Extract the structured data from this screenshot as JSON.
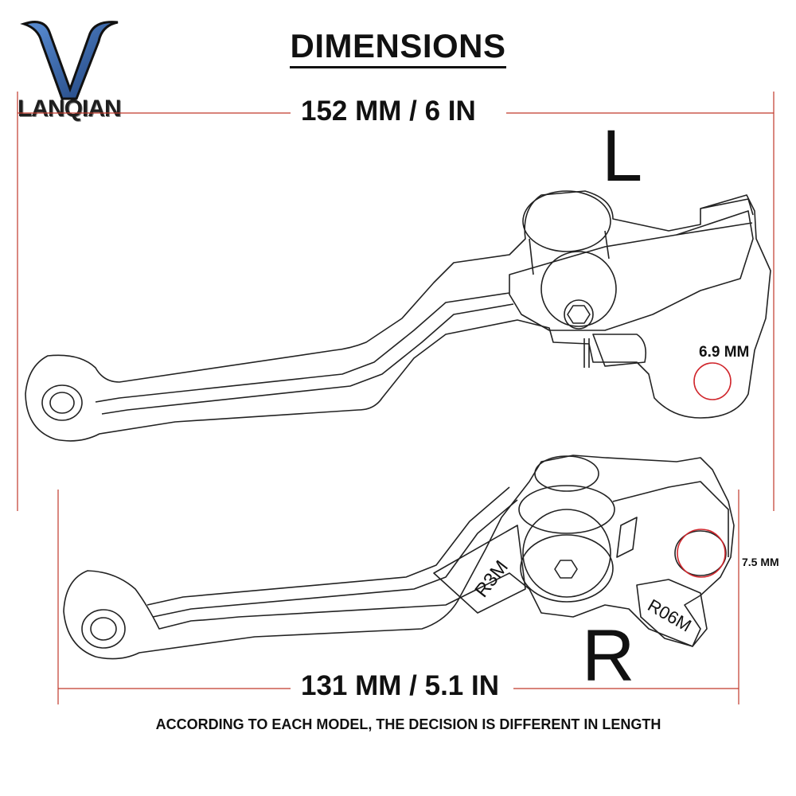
{
  "brand": {
    "name": "LANQIAN"
  },
  "title": "DIMENSIONS",
  "dimensions": {
    "overall_length_l": "152 MM / 6 IN",
    "overall_length_r": "131 MM / 5.1 IN",
    "hole_diameter_l": "6.9 MM",
    "hole_diameter_r": "7.5 MM"
  },
  "levers": {
    "left": {
      "side_letter": "L"
    },
    "right": {
      "side_letter": "R",
      "engraving_1": "R3M",
      "engraving_2": "R06M"
    }
  },
  "footer_note": "ACCORDING TO EACH MODEL, THE DECISION IS DIFFERENT IN LENGTH",
  "colors": {
    "dimension_line": "#c0392b",
    "hole_ring": "#d0262c",
    "outline": "#222222",
    "logo_blue": "#2e5fa3"
  }
}
